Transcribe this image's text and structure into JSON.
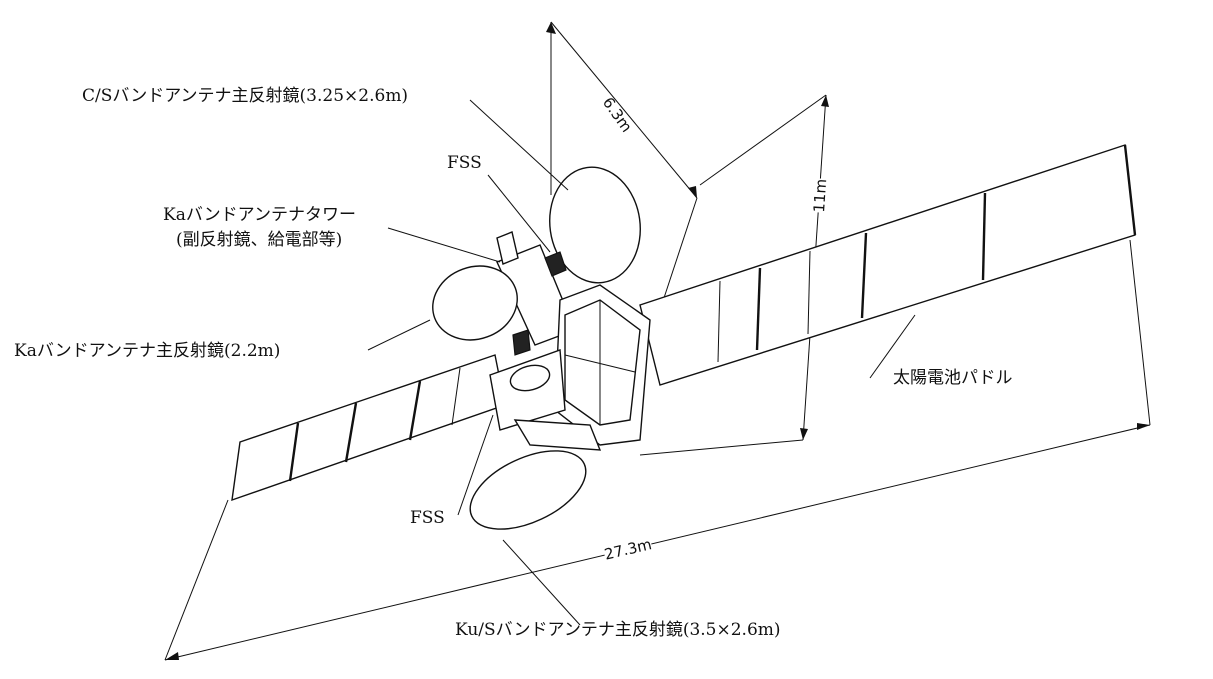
{
  "labels": {
    "cs_antenna": "C/Sバンドアンテナ主反射鏡(3.25×2.6m)",
    "fss_top": "FSS",
    "ka_tower_line1": "Kaバンドアンテナタワー",
    "ka_tower_line2": "(副反射鏡、給電部等)",
    "ka_antenna": "Kaバンドアンテナ主反射鏡(2.2m)",
    "solar_paddle": "太陽電池パドル",
    "fss_bottom": "FSS",
    "ku_antenna": "Ku/Sバンドアンテナ主反射鏡(3.5×2.6m)"
  },
  "dimensions": {
    "antenna_span": "6.3m",
    "height": "11m",
    "total_span": "27.3m"
  }
}
